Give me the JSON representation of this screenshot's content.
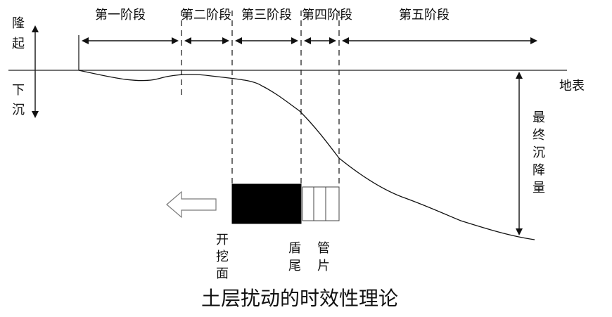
{
  "labels": {
    "uplift": "隆起",
    "settlement": "下沉",
    "surface": "地表",
    "final_settlement": "最终沉降量",
    "excavation_face": "开挖面",
    "shield_tail": "盾尾",
    "segments": "管片",
    "caption": "土层扰动的时效性理论"
  },
  "stages": [
    "第一阶段",
    "第二阶段",
    "第三阶段",
    "第四阶段",
    "第五阶段"
  ]
}
